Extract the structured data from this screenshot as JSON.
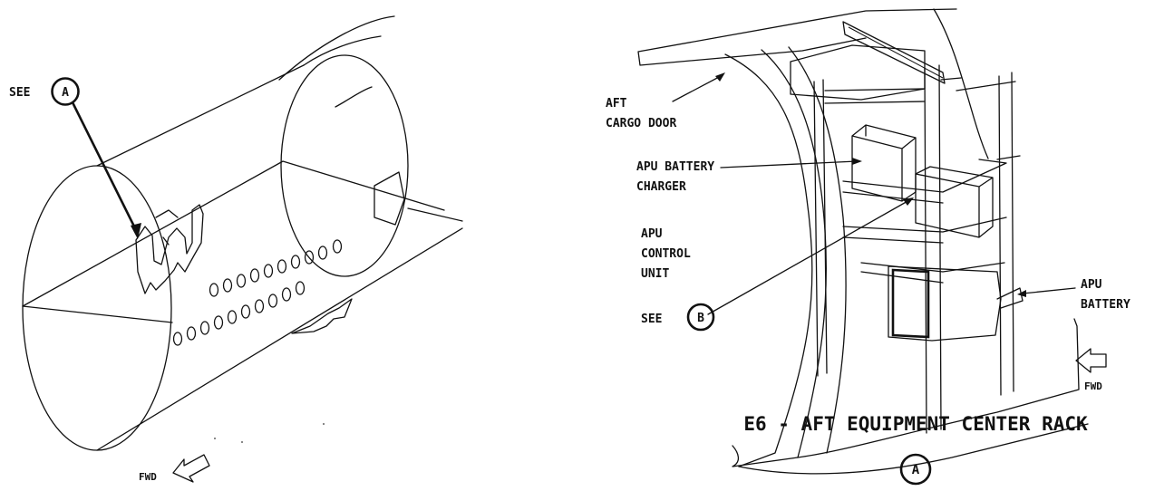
{
  "left_view": {
    "see_label": "SEE",
    "see_ref": "A",
    "fwd_label": "FWD"
  },
  "right_view": {
    "labels": {
      "aft_line1": "AFT",
      "aft_line2": "CARGO DOOR",
      "charger_line1": "APU BATTERY",
      "charger_line2": "CHARGER",
      "control_line1": "APU",
      "control_line2": "CONTROL",
      "control_line3": "UNIT",
      "see_label": "SEE",
      "see_ref": "B",
      "battery_line1": "APU",
      "battery_line2": "BATTERY",
      "fwd_label": "FWD"
    },
    "caption": "E6 - AFT EQUIPMENT CENTER RACK",
    "caption_ref": "A"
  }
}
